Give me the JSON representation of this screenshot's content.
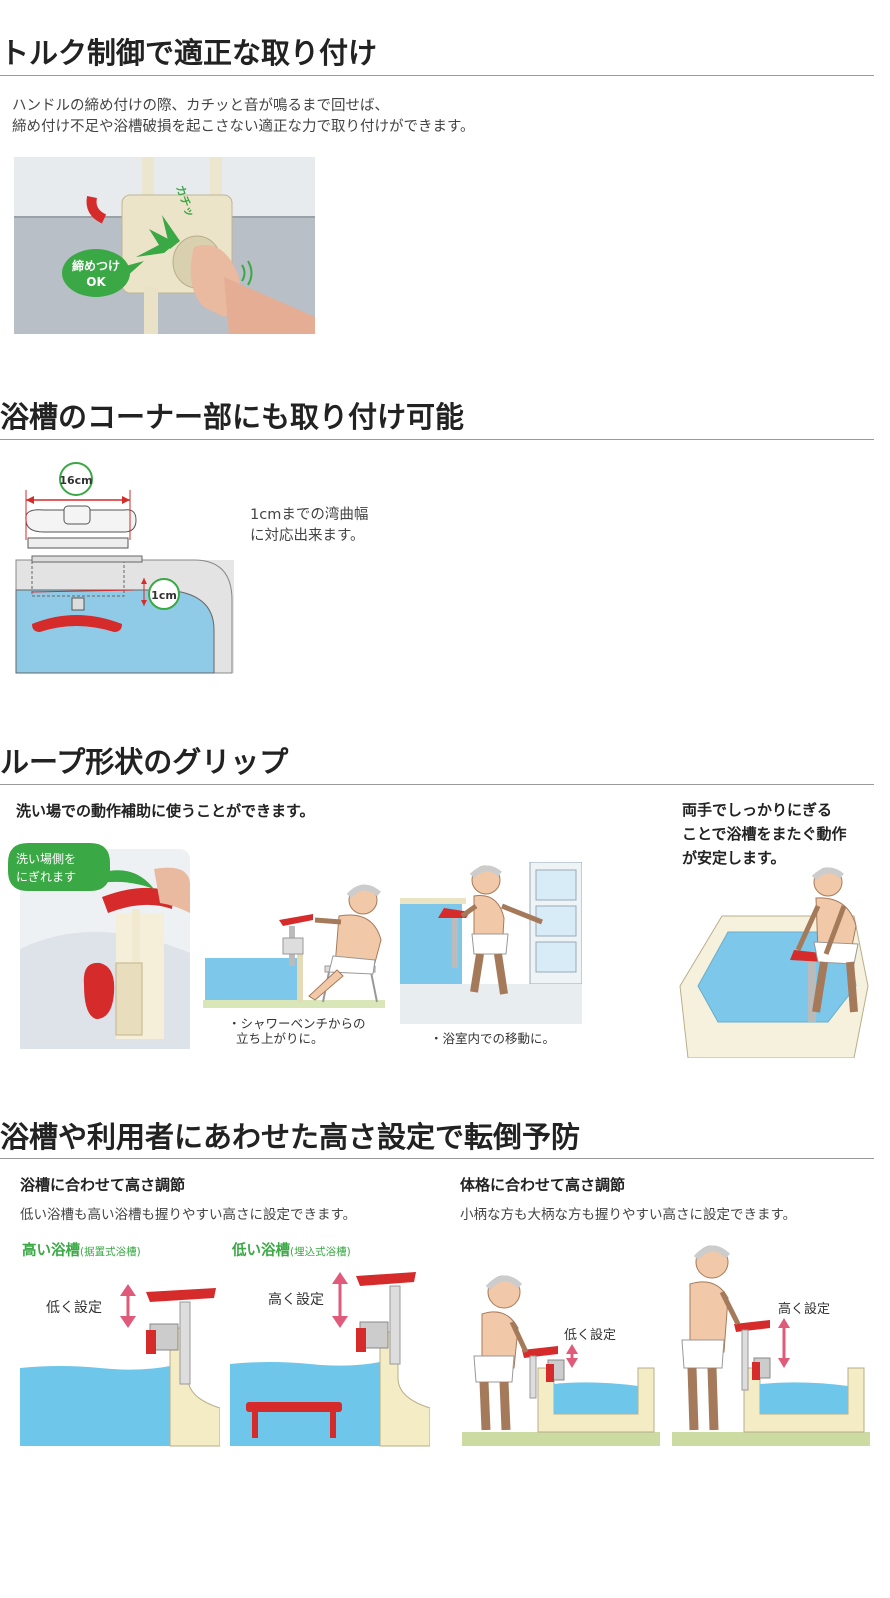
{
  "sections": {
    "torque": {
      "title": "トルク制御で適正な取り付け",
      "desc_line1": "ハンドルの締め付けの際、カチッと音が鳴るまで回せば、",
      "desc_line2": "締め付け不足や浴槽破損を起こさない適正な力で取り付けができます。",
      "click_label": "カチッ",
      "ok_label_line1": "締めつけ",
      "ok_label_line2": "OK"
    },
    "corner": {
      "title": "浴槽のコーナー部にも取り付け可能",
      "width_label": "16cm",
      "curve_label": "1cm",
      "desc_line1": "1cmまでの湾曲幅",
      "desc_line2": "に対応出来ます。"
    },
    "loop": {
      "title": "ループ形状のグリップ",
      "subtitle": "洗い場での動作補助に使うことができます。",
      "bubble_line1": "洗い場側を",
      "bubble_line2": "にぎれます",
      "caption1_line1": "・シャワーベンチからの",
      "caption1_line2": "立ち上がりに。",
      "caption2": "・浴室内での移動に。",
      "both_hands_line1": "両手でしっかりにぎる",
      "both_hands_line2": "ことで浴槽をまたぐ動作",
      "both_hands_line3": "が安定します。"
    },
    "height": {
      "title": "浴槽や利用者にあわせた高さ設定で転倒予防",
      "left_heading": "浴槽に合わせて高さ調節",
      "left_desc": "低い浴槽も高い浴槽も握りやすい高さに設定できます。",
      "right_heading": "体格に合わせて高さ調節",
      "right_desc": "小柄な方も大柄な方も握りやすい高さに設定できます。",
      "high_tub": "高い浴槽",
      "high_tub_note": "(据置式浴槽)",
      "low_tub": "低い浴槽",
      "low_tub_note": "(埋込式浴槽)",
      "set_low": "低く設定",
      "set_high": "高く設定"
    }
  },
  "colors": {
    "red": "#d52b2b",
    "green": "#3aa845",
    "water": "#6ec6ea",
    "tub_wall": "#f3ecc4",
    "pink_arrow": "#e05a7a"
  }
}
